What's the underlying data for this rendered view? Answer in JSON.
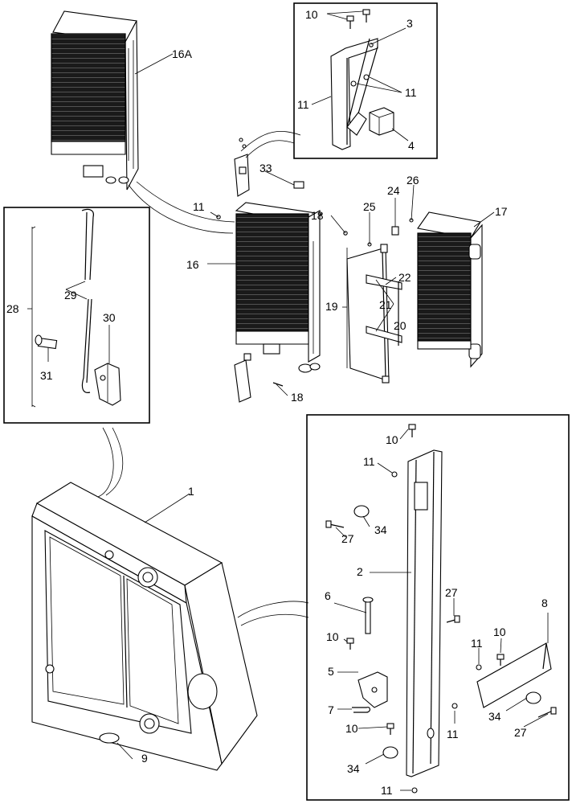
{
  "labels": {
    "p1": "1",
    "p2": "2",
    "p3": "3",
    "p4": "4",
    "p5": "5",
    "p6": "6",
    "p7": "7",
    "p8": "8",
    "p9": "9",
    "p10": "10",
    "p11": "11",
    "p16": "16",
    "p16a": "16A",
    "p17": "17",
    "p18": "18",
    "p19": "19",
    "p20": "20",
    "p21": "21",
    "p22": "22",
    "p24": "24",
    "p25": "25",
    "p26": "26",
    "p27": "27",
    "p28": "28",
    "p29": "29",
    "p30": "30",
    "p31": "31",
    "p33": "33",
    "p34": "34"
  },
  "colors": {
    "line": "#000000",
    "background": "#ffffff"
  }
}
